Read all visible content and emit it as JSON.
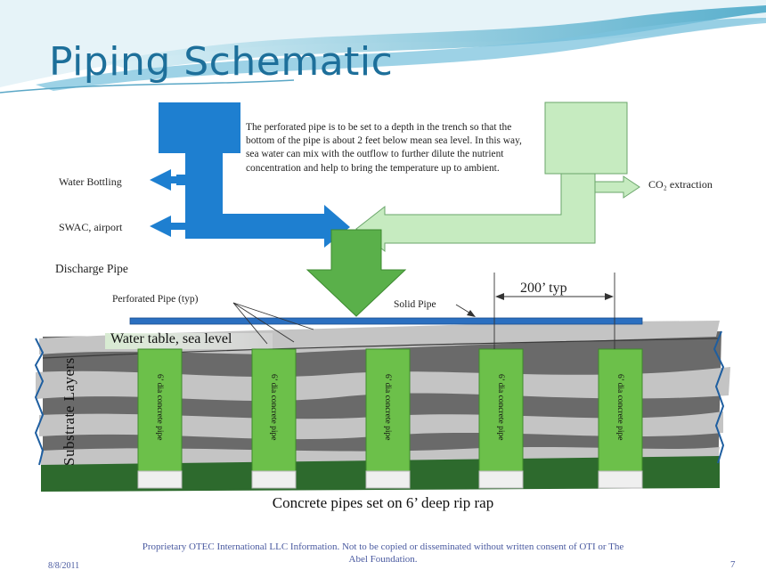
{
  "slide": {
    "title": "Piping Schematic",
    "description": "The perforated pipe is to be set to a depth in the trench so that the bottom of the pipe is about 2 feet below mean sea level.  In this way, sea water can mix with the outflow to further dilute the nutrient concentration and help to bring the temperature up to ambient.",
    "outputs": {
      "water_bottling": "Water Bottling",
      "swac": "SWAC, airport",
      "co2": "CO₂ extraction"
    },
    "labels": {
      "discharge_pipe": "Discharge Pipe",
      "perforated_pipe": "Perforated Pipe (typ)",
      "solid_pipe": "Solid Pipe",
      "spacing": "200’ typ",
      "water_table": "Water table, sea level",
      "substrate_layers": "Substrate Layers"
    },
    "pipe_label": "6’ dia concrete pipe",
    "caption": "Concrete pipes set on 6’ deep rip rap",
    "footer": "Proprietary OTEC International LLC Information.  Not to be copied or disseminated without written consent of OTI or The Abel Foundation.",
    "date": "8/8/2011",
    "page_number": "7"
  },
  "colors": {
    "title": "#1d6f9a",
    "blue_pipe": "#1e7fd0",
    "light_green_pipe": "#c6ebc0",
    "discharge_arrow": "#5ab04a",
    "concrete_pipe": "#6cc04a",
    "dark_layer": "#6a6a6a",
    "light_layer": "#c4c4c4",
    "base": "#2d6a2d",
    "solid_pipe": "#2b6fc0",
    "footer": "#4a5aa0"
  }
}
